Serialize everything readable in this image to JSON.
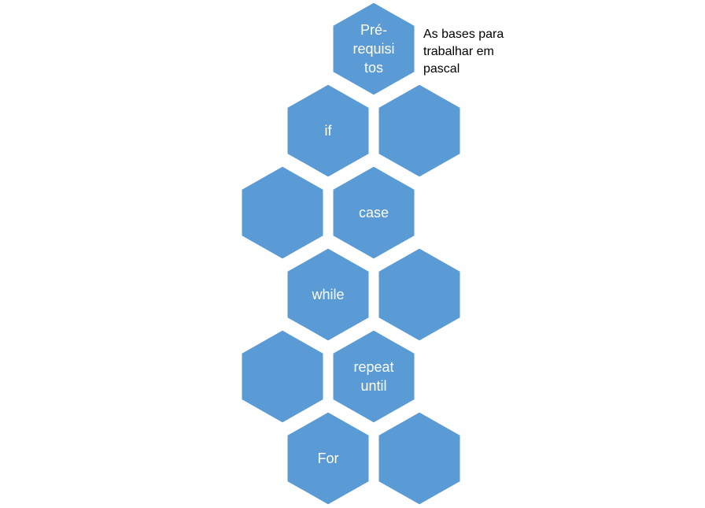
{
  "diagram": {
    "type": "hexagon-cluster",
    "colors": {
      "hex_fill": "#5B9BD5",
      "hex_border": "#FFFFFF",
      "label": "#FFFFFF",
      "note": "#000000"
    },
    "note": [
      "As bases para",
      "trabalhar em",
      "pascal"
    ],
    "hexagons": [
      {
        "id": "pre-requisitos",
        "lines": [
          "Pré-",
          "requisi",
          "tos"
        ]
      },
      {
        "id": "if",
        "lines": [
          "if"
        ]
      },
      {
        "id": "if-companion",
        "lines": []
      },
      {
        "id": "case-companion",
        "lines": []
      },
      {
        "id": "case",
        "lines": [
          "case"
        ]
      },
      {
        "id": "while",
        "lines": [
          "while"
        ]
      },
      {
        "id": "while-companion",
        "lines": []
      },
      {
        "id": "repeat-companion",
        "lines": []
      },
      {
        "id": "repeat-until",
        "lines": [
          "repeat",
          "until"
        ]
      },
      {
        "id": "for",
        "lines": [
          "For"
        ]
      },
      {
        "id": "for-companion",
        "lines": []
      }
    ]
  }
}
